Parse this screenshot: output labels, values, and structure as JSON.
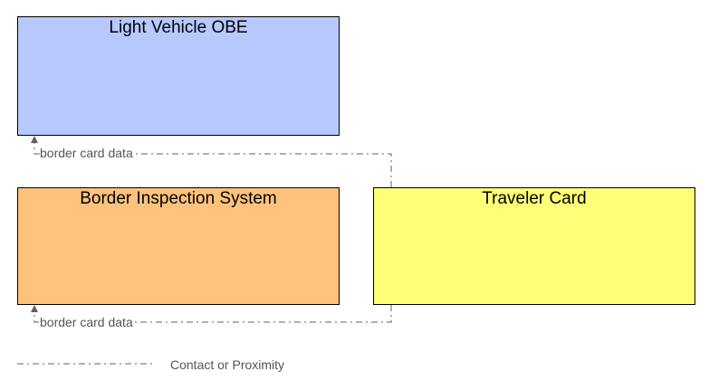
{
  "nodes": {
    "light_vehicle_obe": {
      "label": "Light Vehicle OBE",
      "fill": "#b7c9ff"
    },
    "border_inspection_system": {
      "label": "Border Inspection System",
      "fill": "#ffc27d"
    },
    "traveler_card": {
      "label": "Traveler Card",
      "fill": "#ffff77"
    }
  },
  "flows": [
    {
      "from": "Traveler Card",
      "to": "Light Vehicle OBE",
      "label": "border card data"
    },
    {
      "from": "Traveler Card",
      "to": "Border Inspection System",
      "label": "border card data"
    }
  ],
  "legend": {
    "line_style_label": "Contact or Proximity"
  },
  "colors": {
    "line": "#606060",
    "label_text": "#555555"
  }
}
